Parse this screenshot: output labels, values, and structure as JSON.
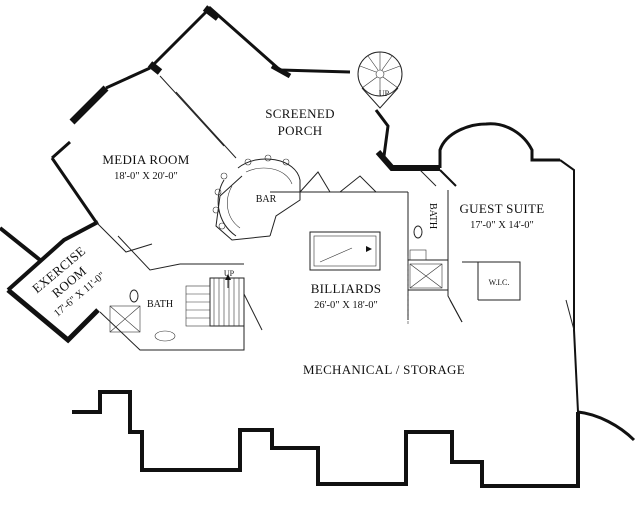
{
  "rooms": {
    "screened_porch": {
      "line1": "SCREENED",
      "line2": "PORCH"
    },
    "media_room": {
      "name": "MEDIA ROOM",
      "dims": "18'-0\" X 20'-0\""
    },
    "bar": {
      "name": "BAR"
    },
    "guest_suite": {
      "name": "GUEST SUITE",
      "dims": "17'-0\" X 14'-0\""
    },
    "guest_bath": {
      "name": "BATH"
    },
    "wic": {
      "name": "W.I.C."
    },
    "exercise_room": {
      "line1": "EXERCISE",
      "line2": "ROOM",
      "dims": "17'-6\" X 11'-0\""
    },
    "bath": {
      "name": "BATH"
    },
    "billiards": {
      "name": "BILLIARDS",
      "dims": "26'-0\" X 18'-0\""
    },
    "mechanical": {
      "name": "MECHANICAL / STORAGE"
    }
  },
  "stairs": {
    "spiral_label": "UP",
    "main_label": "UP"
  },
  "icons": [
    "pool-table-icon",
    "spiral-stair-icon",
    "toilet-icon",
    "stair-arrow-icon"
  ]
}
